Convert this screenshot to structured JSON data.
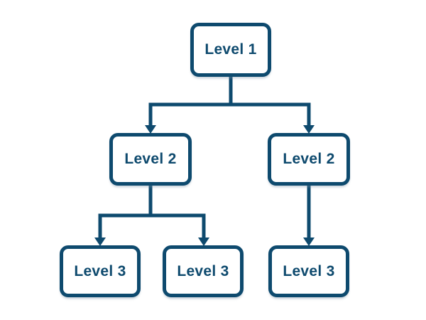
{
  "diagram": {
    "type": "org-tree",
    "background_color": "#ffffff",
    "line_color": "#0e4a6e",
    "node_fill_color": "#ffffff",
    "node_border_color": "#0e4a6e",
    "text_color": "#0e4a6e",
    "nodes": [
      {
        "id": "level1",
        "label": "Level 1",
        "level": 1
      },
      {
        "id": "level2-left",
        "label": "Level 2",
        "level": 2
      },
      {
        "id": "level2-right",
        "label": "Level 2",
        "level": 2
      },
      {
        "id": "level3-left",
        "label": "Level 3",
        "level": 3
      },
      {
        "id": "level3-middle",
        "label": "Level 3",
        "level": 3
      },
      {
        "id": "level3-right",
        "label": "Level 3",
        "level": 3
      }
    ],
    "edges": [
      {
        "from": "level1",
        "to": "level2-left"
      },
      {
        "from": "level1",
        "to": "level2-right"
      },
      {
        "from": "level2-left",
        "to": "level3-left"
      },
      {
        "from": "level2-left",
        "to": "level3-middle"
      },
      {
        "from": "level2-right",
        "to": "level3-right"
      }
    ]
  }
}
